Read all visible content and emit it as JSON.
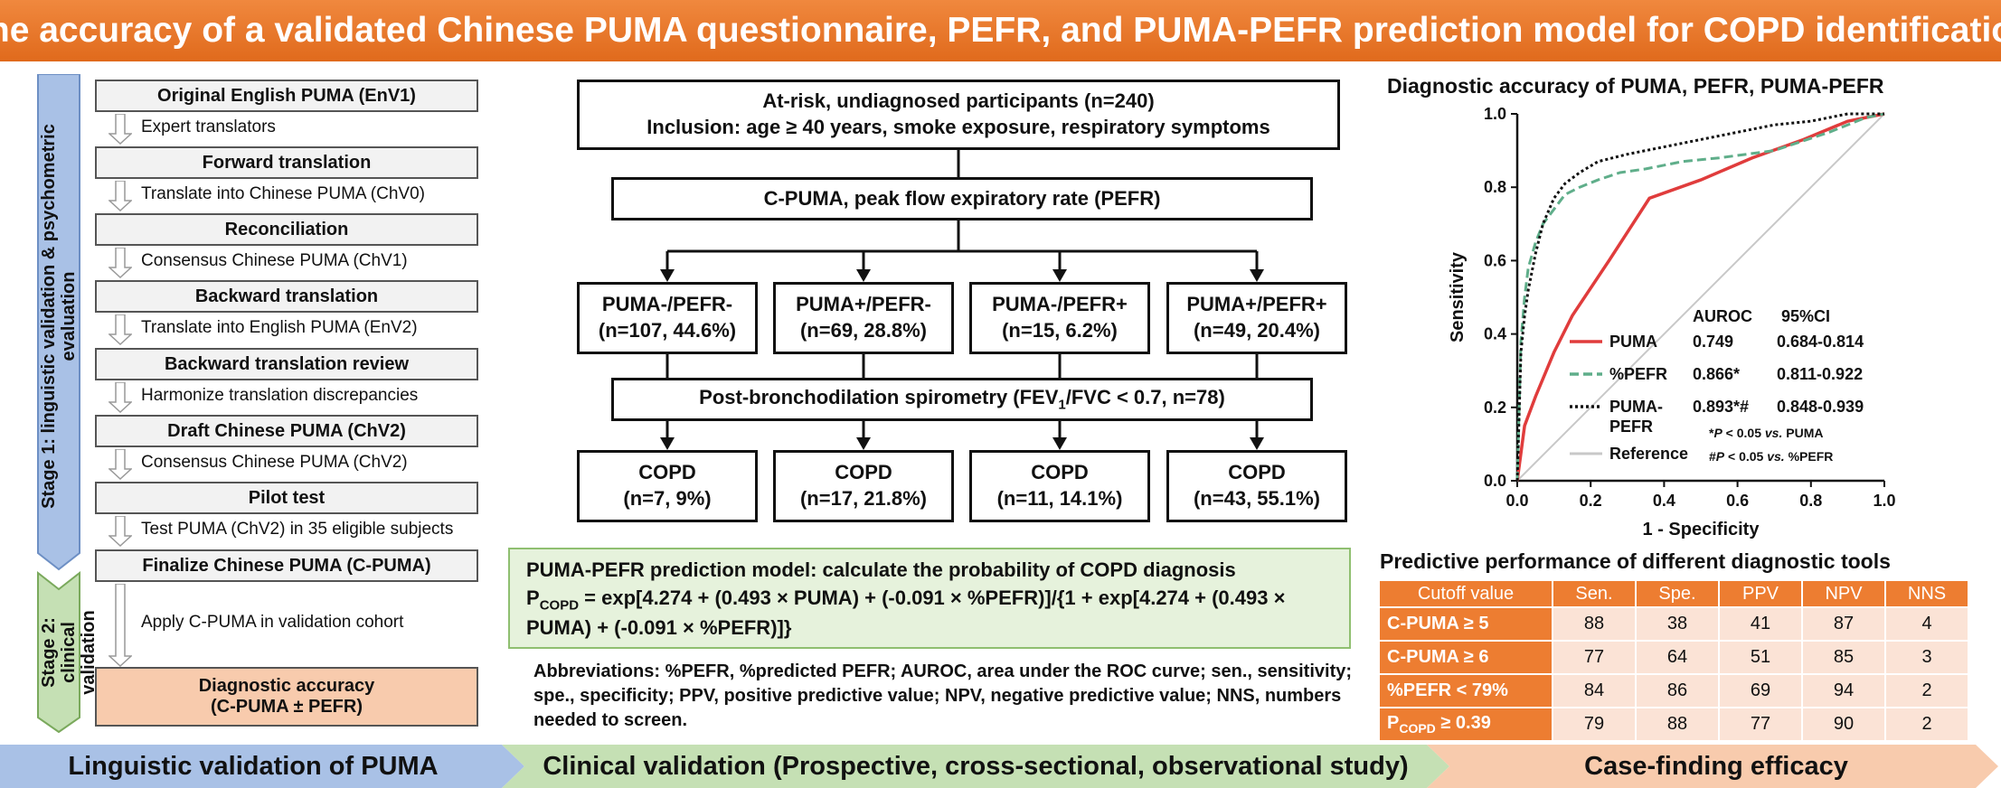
{
  "title": "The accuracy of a validated Chinese PUMA questionnaire, PEFR, and PUMA-PEFR prediction model  for COPD identification",
  "stages": {
    "stage1": "Stage 1: linguistic validation & psychometric evaluation",
    "stage2": "Stage 2: clinical validation"
  },
  "steps": [
    {
      "box": "Original English PUMA (EnV1)",
      "note": "Expert translators"
    },
    {
      "box": "Forward translation",
      "note": "Translate into Chinese PUMA (ChV0)"
    },
    {
      "box": "Reconciliation",
      "note": "Consensus Chinese PUMA (ChV1)"
    },
    {
      "box": "Backward translation",
      "note": "Translate into English PUMA (EnV2)"
    },
    {
      "box": "Backward translation review",
      "note": "Harmonize translation discrepancies"
    },
    {
      "box": "Draft Chinese PUMA (ChV2)",
      "note": "Consensus Chinese PUMA (ChV2)"
    },
    {
      "box": "Pilot test",
      "note": "Test PUMA (ChV2) in 35 eligible subjects"
    },
    {
      "box": "Finalize Chinese PUMA (C-PUMA)",
      "note": "Apply C-PUMA in validation cohort"
    }
  ],
  "final_step": {
    "line1": "Diagnostic accuracy",
    "line2": "(C-PUMA ± PEFR)"
  },
  "flow": {
    "top_line1": "At-risk, undiagnosed participants (n=240)",
    "top_line2": "Inclusion: age ≥ 40 years, smoke exposure, respiratory symptoms",
    "tests": "C-PUMA, peak flow expiratory rate (PEFR)",
    "groups": [
      {
        "name": "PUMA-/PEFR-",
        "n": "(n=107, 44.6%)"
      },
      {
        "name": "PUMA+/PEFR-",
        "n": "(n=69, 28.8%)"
      },
      {
        "name": "PUMA-/PEFR+",
        "n": "(n=15, 6.2%)"
      },
      {
        "name": "PUMA+/PEFR+",
        "n": "(n=49, 20.4%)"
      }
    ],
    "spiro_pre": "Post-bronchodilation spirometry (FEV",
    "spiro_sub": "1",
    "spiro_post": "/FVC < 0.7, n=78)",
    "copd": [
      {
        "name": "COPD",
        "n": "(n=7, 9%)"
      },
      {
        "name": "COPD",
        "n": "(n=17, 21.8%)"
      },
      {
        "name": "COPD",
        "n": "(n=11, 14.1%)"
      },
      {
        "name": "COPD",
        "n": "(n=43, 55.1%)"
      }
    ]
  },
  "formula": {
    "heading": "PUMA-PEFR prediction model: calculate the probability of COPD diagnosis",
    "p": "P",
    "p_sub": "COPD",
    "rest": " = exp[4.274 + (0.493 × PUMA) + (-0.091 × %PEFR)]/{1 + exp[4.274 + (0.493 × PUMA) + (-0.091 × %PEFR)]}"
  },
  "abbreviations": "Abbreviations: %PEFR, %predicted PEFR; AUROC, area under the ROC curve; sen., sensitivity; spe., specificity; PPV, positive predictive value; NPV, negative predictive value; NNS, numbers needed to screen.",
  "chart_data": {
    "type": "line",
    "title": "Diagnostic accuracy of PUMA, PEFR, PUMA-PEFR",
    "xlabel": "1 - Specificity",
    "ylabel": "Sensitivity",
    "xlim": [
      0,
      1
    ],
    "ylim": [
      0,
      1
    ],
    "xticks": [
      "0.0",
      "0.2",
      "0.4",
      "0.6",
      "0.8",
      "1.0"
    ],
    "yticks": [
      "0.0",
      "0.2",
      "0.4",
      "0.6",
      "0.8",
      "1.0"
    ],
    "legend_header": {
      "auroc": "AUROC",
      "ci": "95%CI"
    },
    "series": [
      {
        "name": "PUMA",
        "color": "#e03c3c",
        "style": "solid",
        "auroc": "0.749",
        "ci": "0.684-0.814",
        "x": [
          0,
          0.02,
          0.05,
          0.1,
          0.15,
          0.25,
          0.36,
          0.5,
          0.64,
          0.78,
          0.9,
          1.0
        ],
        "y": [
          0,
          0.15,
          0.23,
          0.35,
          0.45,
          0.6,
          0.77,
          0.82,
          0.88,
          0.93,
          0.98,
          1.0
        ]
      },
      {
        "name": "%PEFR",
        "color": "#5fae8a",
        "style": "dash",
        "auroc": "0.866*",
        "ci": "0.811-0.922",
        "x": [
          0,
          0.01,
          0.02,
          0.03,
          0.05,
          0.07,
          0.1,
          0.13,
          0.17,
          0.22,
          0.28,
          0.35,
          0.45,
          0.55,
          0.7,
          0.85,
          0.95,
          1.0
        ],
        "y": [
          0,
          0.38,
          0.5,
          0.58,
          0.65,
          0.7,
          0.74,
          0.78,
          0.8,
          0.82,
          0.84,
          0.85,
          0.87,
          0.88,
          0.9,
          0.95,
          0.99,
          1.0
        ]
      },
      {
        "name": "PUMA-PEFR",
        "color": "#111111",
        "style": "dot",
        "auroc": "0.893*#",
        "ci": "0.848-0.939",
        "x": [
          0,
          0.01,
          0.02,
          0.03,
          0.05,
          0.07,
          0.1,
          0.13,
          0.17,
          0.22,
          0.3,
          0.4,
          0.5,
          0.6,
          0.7,
          0.8,
          0.9,
          1.0
        ],
        "y": [
          0,
          0.35,
          0.45,
          0.52,
          0.62,
          0.7,
          0.77,
          0.81,
          0.84,
          0.87,
          0.89,
          0.91,
          0.93,
          0.95,
          0.97,
          0.98,
          1.0,
          1.0
        ]
      },
      {
        "name": "Reference",
        "color": "#c8c8c8",
        "style": "solid",
        "x": [
          0,
          1
        ],
        "y": [
          0,
          1
        ]
      }
    ],
    "notes": {
      "n1_pre": "*",
      "n1_p": "P",
      "n1_mid": " < 0.05 ",
      "n1_vs": "vs.",
      "n1_post": " PUMA",
      "n2_pre": "#",
      "n2_p": "P",
      "n2_mid": " < 0.05 ",
      "n2_vs": "vs.",
      "n2_post": " %PEFR"
    }
  },
  "table": {
    "title": "Predictive performance of different diagnostic tools",
    "headers": [
      "Cutoff value",
      "Sen.",
      "Spe.",
      "PPV",
      "NPV",
      "NNS"
    ],
    "rows": [
      {
        "label": "C-PUMA ≥ 5",
        "values": [
          "88",
          "38",
          "41",
          "87",
          "4"
        ]
      },
      {
        "label": "C-PUMA ≥ 6",
        "values": [
          "77",
          "64",
          "51",
          "85",
          "3"
        ]
      },
      {
        "label": "%PEFR < 79%",
        "values": [
          "84",
          "86",
          "69",
          "94",
          "2"
        ]
      },
      {
        "label_p": "P",
        "label_sub": "COPD",
        "label_post": " ≥ 0.39",
        "values": [
          "79",
          "88",
          "77",
          "90",
          "2"
        ]
      }
    ]
  },
  "banner": {
    "seg1": "Linguistic validation of PUMA",
    "seg2": "Clinical validation (Prospective, cross-sectional, observational study)",
    "seg3": "Case-finding efficacy",
    "colors": {
      "seg1": "#a9c1e6",
      "seg2": "#c5e0b4",
      "seg3": "#f8cbad"
    }
  }
}
